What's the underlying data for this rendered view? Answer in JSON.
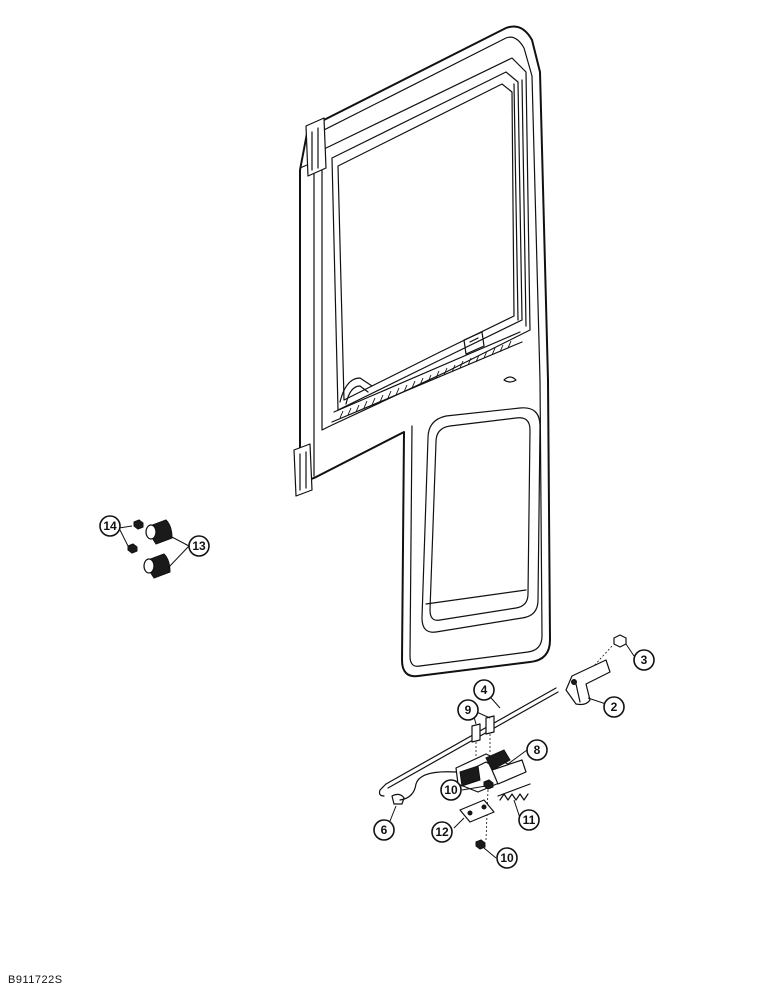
{
  "figure_id": "B911722S",
  "callouts": [
    {
      "id": "c2",
      "label": "2"
    },
    {
      "id": "c3",
      "label": "3"
    },
    {
      "id": "c4",
      "label": "4"
    },
    {
      "id": "c6",
      "label": "6"
    },
    {
      "id": "c8",
      "label": "8"
    },
    {
      "id": "c9",
      "label": "9"
    },
    {
      "id": "c10a",
      "label": "10"
    },
    {
      "id": "c10b",
      "label": "10"
    },
    {
      "id": "c11",
      "label": "11"
    },
    {
      "id": "c12",
      "label": "12"
    },
    {
      "id": "c13",
      "label": "13"
    },
    {
      "id": "c14",
      "label": "14"
    }
  ]
}
